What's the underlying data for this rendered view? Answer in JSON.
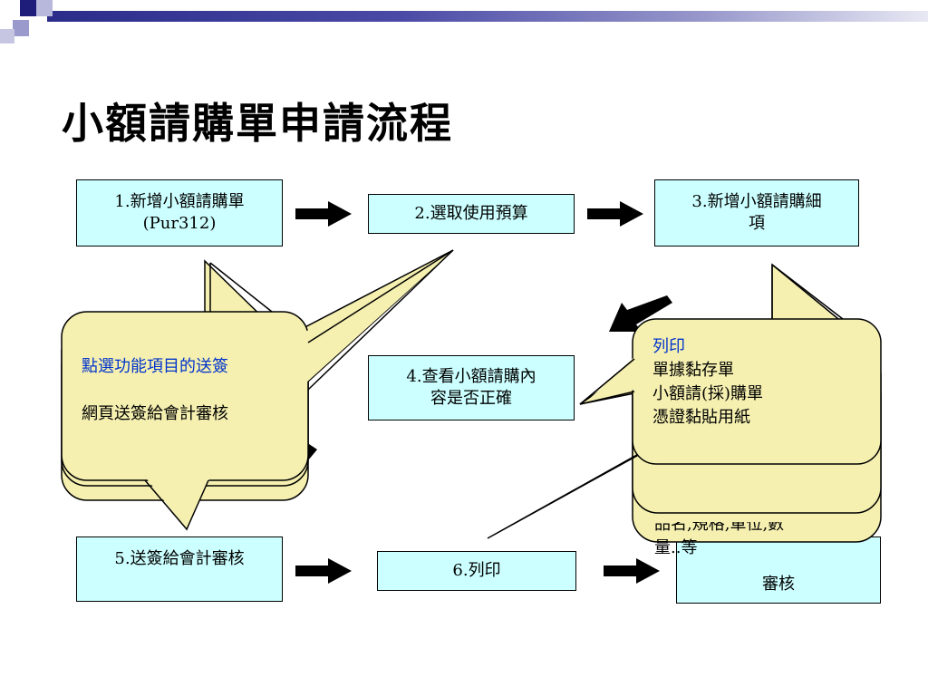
{
  "slide": {
    "title": "小額請購單申請流程"
  },
  "steps": {
    "s1": {
      "line1": "1.新增小額請購單",
      "line2": "(Pur312)"
    },
    "s2": {
      "line1": "2.選取使用預算"
    },
    "s3": {
      "line1": "3.新增小額請購細",
      "line2": "項"
    },
    "s4": {
      "line1": "4.查看小額請購內",
      "line2": "容是否正確"
    },
    "s5": {
      "line1": "5.送簽給會計審核"
    },
    "s6": {
      "line1": "6.列印"
    },
    "s7": {
      "line2": "審核"
    }
  },
  "callouts": {
    "left": {
      "heading": "點選功能項目的送簽",
      "body": "網頁送簽給會計審核"
    },
    "right": {
      "heading": "列印",
      "items": [
        "單據黏存單",
        "小額請(採)購單",
        "憑證黏貼用紙"
      ],
      "hidden_line": "品名,規格,單位,數",
      "hidden_line2": "量..等"
    }
  },
  "colors": {
    "box_fill": "#ccffff",
    "callout_fill": "#f5f0b0",
    "callout_heading": "#0033cc"
  }
}
